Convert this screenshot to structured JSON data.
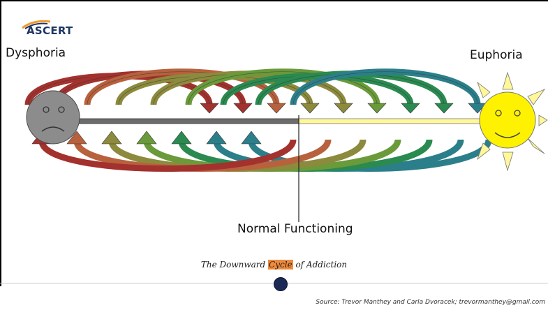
{
  "logo": {
    "text": "ASCERT"
  },
  "labels": {
    "left": "Dysphoria",
    "right": "Euphoria",
    "baseline": "Normal Functioning"
  },
  "caption": {
    "before": "The Downward ",
    "highlight": "Cycle",
    "after": " of Addiction"
  },
  "source": "Source: Trevor Manthey and Carla Dvoracek; trevormanthey@gmail.com",
  "colors": {
    "highlight": "#ef8a3c",
    "sun": "#fff200",
    "moon": "#8c8c8c",
    "upper_gradient": [
      "#a3312e",
      "#b7613d",
      "#8c8a3c",
      "#6a9a3a",
      "#2a8a50",
      "#2b7f8a"
    ],
    "lower_gradient": [
      "#2b7f8a",
      "#2a8a50",
      "#6a9a3a",
      "#8c8a3c",
      "#b7613d",
      "#a3312e"
    ]
  },
  "icons": [
    "sad-face-icon",
    "smiley-sun-icon",
    "bullet-dot-icon"
  ]
}
